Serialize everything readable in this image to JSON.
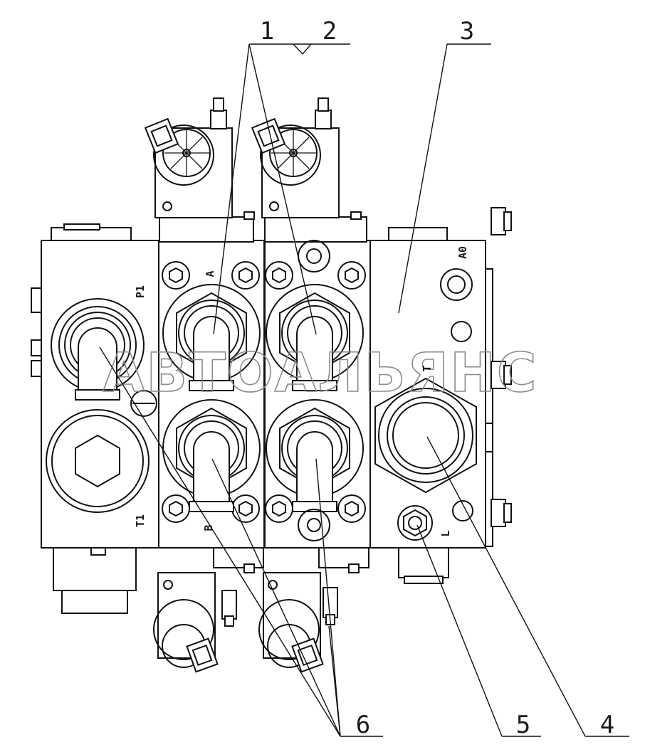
{
  "callouts": {
    "c1": "1",
    "c2": "2",
    "c3": "3",
    "c4": "4",
    "c5": "5",
    "c6": "6"
  },
  "ports": {
    "p1": "P1",
    "t1": "T1",
    "a_top": "A",
    "b_bottom": "B",
    "a0": "A0",
    "t_right": "T",
    "l": "L"
  },
  "watermark": {
    "text": "АВТОАЛЬЯНС"
  }
}
